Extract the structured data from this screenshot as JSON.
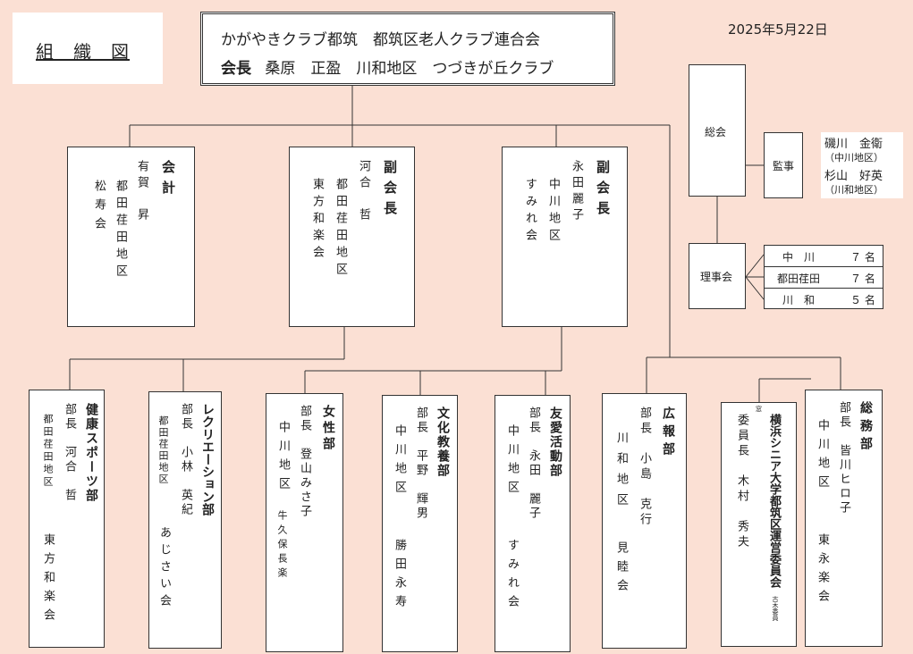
{
  "title_box": {
    "label": "組　織　図"
  },
  "date": "2025年5月22日",
  "header": {
    "line1": "かがやきクラブ都筑　都筑区老人クラブ連合会",
    "line2_role": "会長",
    "line2_rest": "桑原　正盈　川和地区　つづきが丘クラブ"
  },
  "side": {
    "soukai": "総会",
    "kanji": "監事",
    "auditors": [
      {
        "name": "磯川　金衛",
        "area": "（中川地区）"
      },
      {
        "name": "杉山　好英",
        "area": "（川和地区）"
      }
    ],
    "rijikai": "理事会",
    "councils": [
      {
        "area": "中　川",
        "count": "７ 名"
      },
      {
        "area": "都田荏田",
        "count": "７ 名"
      },
      {
        "area": "川　和",
        "count": "５ 名"
      }
    ]
  },
  "officers": [
    {
      "title": "会計",
      "name": "有賀　昇",
      "area": "都田荏田地区",
      "club": "松寿会"
    },
    {
      "title": "副会長",
      "name": "河合　哲",
      "area": "都田荏田地区",
      "club": "東方和楽会"
    },
    {
      "title": "副会長",
      "name": "永田麗子",
      "area": "中川地区",
      "club": "すみれ会"
    }
  ],
  "departments": [
    {
      "title": "健康スポーツ部",
      "role": "部長　河合　哲",
      "area": "都田荏田地区",
      "club": "東方和楽会"
    },
    {
      "title": "レクリエーション部",
      "role": "部長　小林　英紀",
      "area": "都田荏田地区",
      "club": "あじさい会"
    },
    {
      "title": "女性部",
      "role": "部長　登山みさ子",
      "area": "中川地区",
      "club": "牛久保長楽"
    },
    {
      "title": "文化教養部",
      "role": "部長　平野　輝男",
      "area": "中川地区",
      "club": "勝田永寿"
    },
    {
      "title": "友愛活動部",
      "role": "部長　永田　麗子",
      "area": "中川地区",
      "club": "すみれ会"
    },
    {
      "title": "広報部",
      "role": "部長　小島　克行",
      "area": "川和地区",
      "club": "見睦会"
    },
    {
      "title": "横浜シニア大学都筑区運営委員会",
      "role": "委員長　木村　秀夫",
      "area": "",
      "club": "",
      "top_note": "窓",
      "bottom_note": "古木委員"
    },
    {
      "title": "総務部",
      "role": "部長　皆川ヒロ子",
      "area": "中川地区",
      "club": "東永楽会"
    }
  ]
}
